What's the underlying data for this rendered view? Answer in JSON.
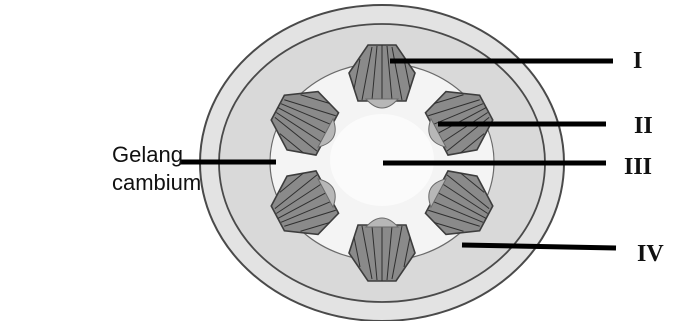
{
  "labels": {
    "cambium_line1": "Gelang",
    "cambium_line2": "cambium",
    "I": "I",
    "II": "II",
    "III": "III",
    "IV": "IV"
  },
  "colors": {
    "outer_ring": "#e3e3e3",
    "cortex": "#d9d9d9",
    "pith": "#f4f4f4",
    "bundle_fill": "#8a8a8a",
    "bundle_stroke": "#3d3d3d",
    "phloem_cap": "#b7b7b7",
    "pointer_line": "#000000"
  },
  "diagram": {
    "vascular_bundle_count": 6
  }
}
